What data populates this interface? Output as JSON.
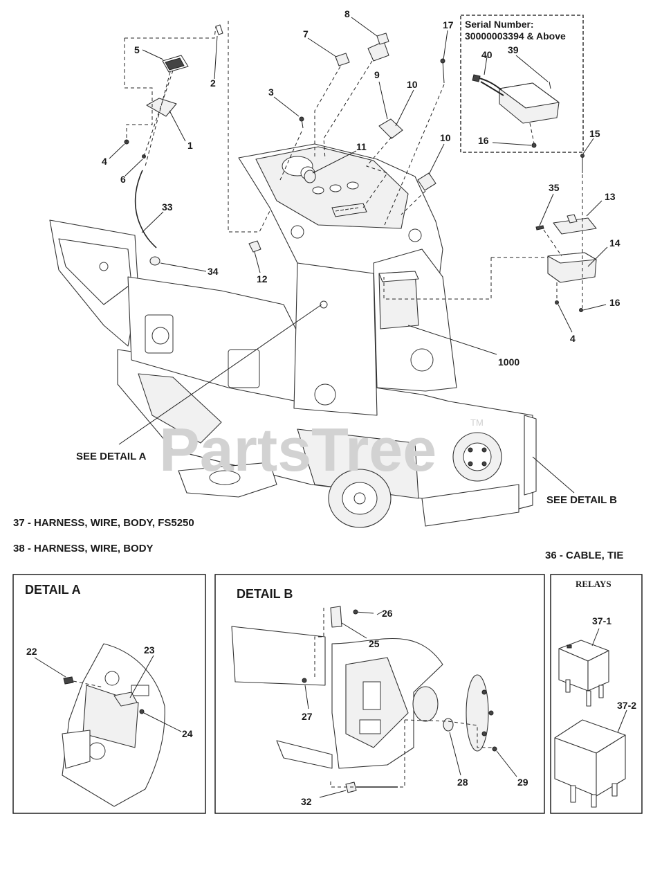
{
  "watermark": {
    "text": "PartsTree",
    "trademark": "TM"
  },
  "serial_box": {
    "line1": "Serial Number:",
    "line2": "30000003394 & Above"
  },
  "callouts": {
    "c1": "1",
    "c2": "2",
    "c3": "3",
    "c4a": "4",
    "c4b": "4",
    "c5": "5",
    "c6": "6",
    "c7": "7",
    "c8": "8",
    "c9": "9",
    "c10a": "10",
    "c10b": "10",
    "c11": "11",
    "c12": "12",
    "c13": "13",
    "c14": "14",
    "c15": "15",
    "c16a": "16",
    "c16b": "16",
    "c17": "17",
    "c33": "33",
    "c34": "34",
    "c35": "35",
    "c39": "39",
    "c40": "40",
    "c1000": "1000",
    "c22": "22",
    "c23": "23",
    "c24": "24",
    "c25": "25",
    "c26": "26",
    "c27": "27",
    "c28": "28",
    "c29": "29",
    "c32": "32",
    "c37_1": "37-1",
    "c37_2": "37-2"
  },
  "labels": {
    "see_detail_a": "SEE DETAIL A",
    "see_detail_b": "SEE DETAIL B"
  },
  "notes": {
    "n37": "37 - HARNESS, WIRE, BODY, FS5250",
    "n38": "38 - HARNESS, WIRE, BODY",
    "n36": "36 - CABLE, TIE"
  },
  "panels": {
    "detail_a": "DETAIL A",
    "detail_b": "DETAIL B",
    "relays": "RELAYS"
  }
}
